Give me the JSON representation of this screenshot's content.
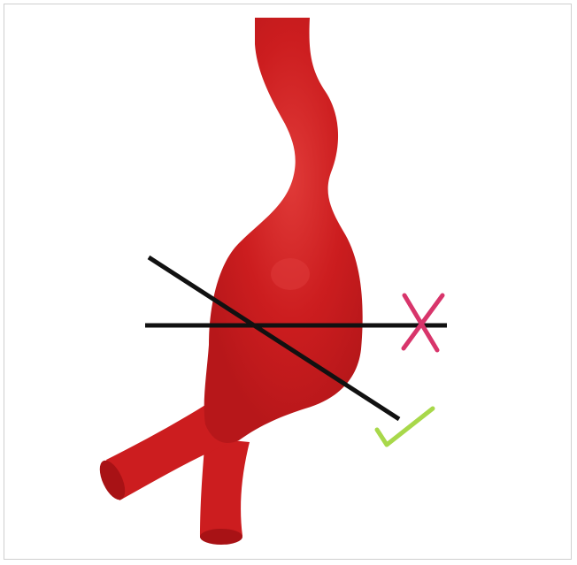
{
  "figure": {
    "subject": "aortic-aneurysm-measurement",
    "colors": {
      "vessel": "#cc1d1f",
      "vessel_shadow": "#a81215",
      "vessel_highlight": "#e03a38",
      "line": "#111111",
      "incorrect_mark": "#d8356b",
      "correct_mark": "#a8d84a",
      "frame_border": "#cfcfcf"
    },
    "marks": {
      "incorrect": "cross",
      "correct": "check"
    }
  }
}
